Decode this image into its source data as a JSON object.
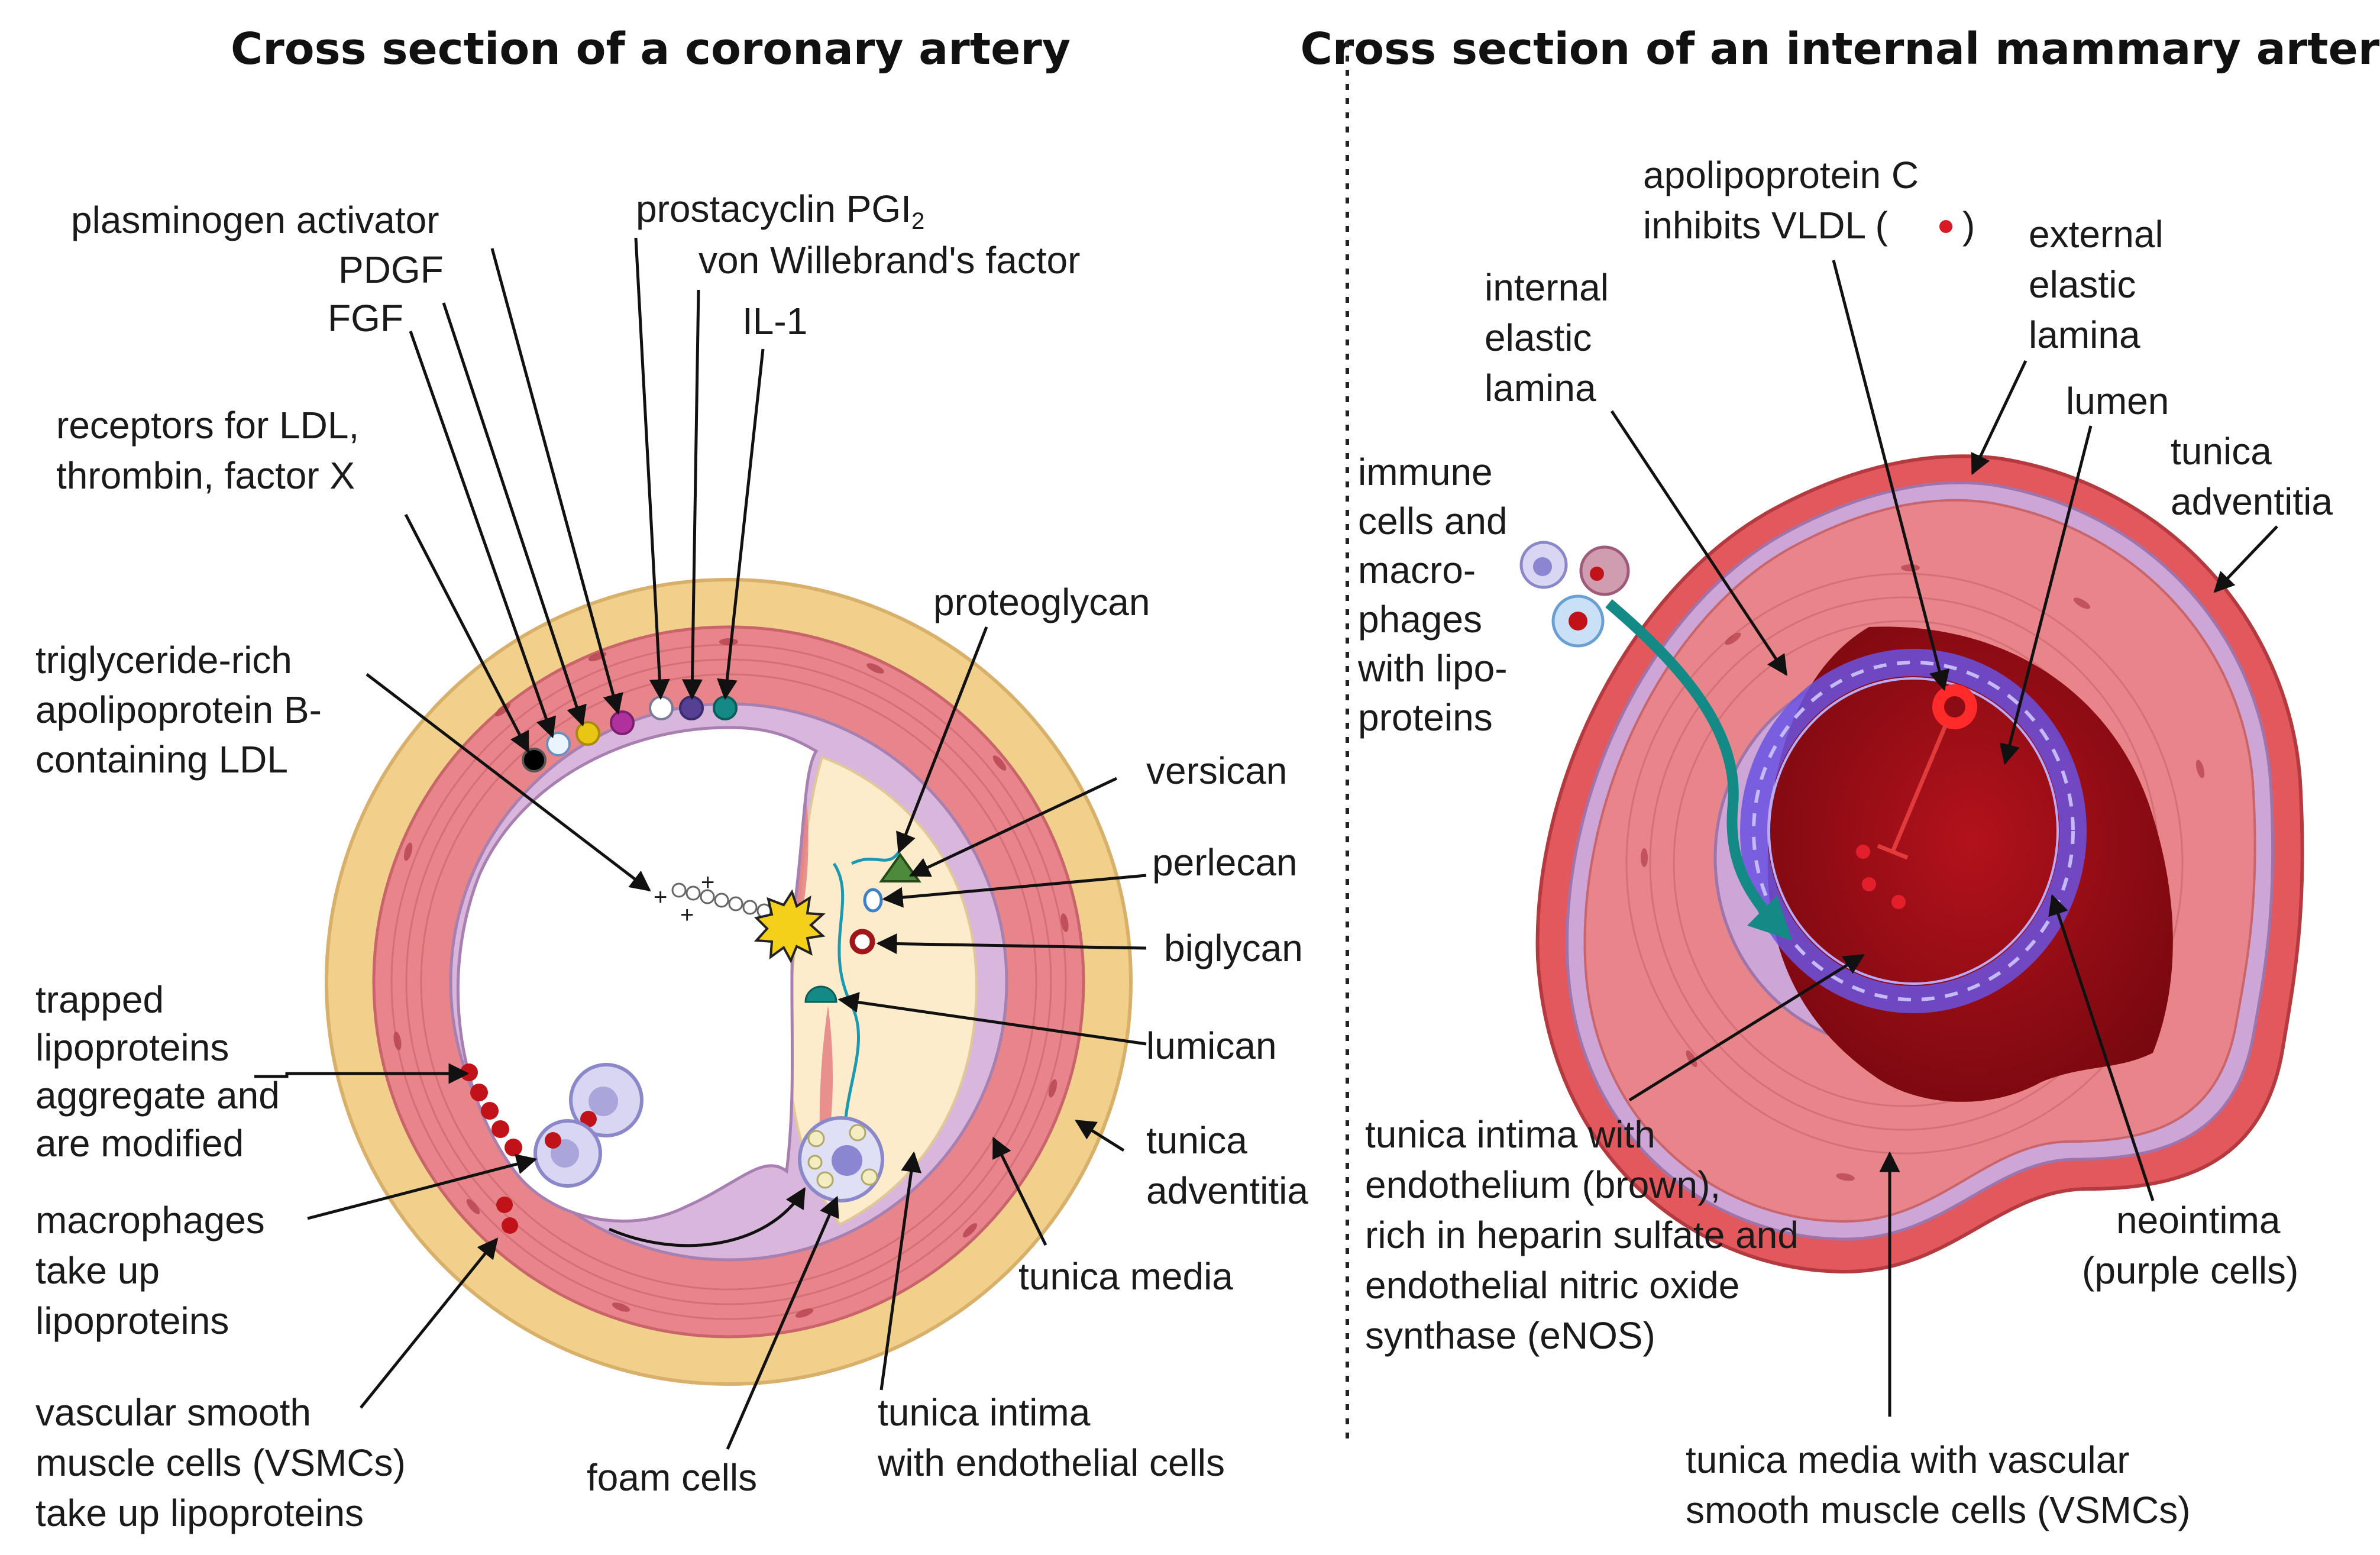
{
  "titles": {
    "left": "Cross section of a coronary artery",
    "right": "Cross section of an internal mammary artery"
  },
  "left_labels": {
    "plasminogen": "plasminogen activator",
    "pdgf": "PDGF",
    "fgf": "FGF",
    "receptors_1": "receptors for LDL,",
    "receptors_2": "thrombin, factor X",
    "prostacyclin": "prostacyclin PGI",
    "prostacyclin_sub": "2",
    "vwf": "von Willebrand's factor",
    "il1": "IL-1",
    "trig_1": "triglyceride-rich",
    "trig_2": "apolipoprotein B-",
    "trig_3": "containing LDL",
    "proteoglycan": "proteoglycan",
    "versican": "versican",
    "perlecan": "perlecan",
    "biglycan": "biglycan",
    "lumican": "lumican",
    "trapped_1": "trapped",
    "trapped_2": "lipoproteins",
    "trapped_3": "aggregate and",
    "trapped_4": "are modified",
    "macro_1": "macrophages",
    "macro_2": "take up",
    "macro_3": "lipoproteins",
    "adv_1": "tunica",
    "adv_2": "adventitia",
    "media": "tunica media",
    "vsmc_1": "vascular smooth",
    "vsmc_2": "muscle cells (VSMCs)",
    "vsmc_3": "take up lipoproteins",
    "foam": "foam cells",
    "intima_1": "tunica intima",
    "intima_2": "with endothelial cells"
  },
  "right_labels": {
    "apoc_1": "apolipoprotein C",
    "apoc_2": "inhibits VLDL (",
    "apoc_3": ")",
    "iel_1": "internal",
    "iel_2": "elastic",
    "iel_3": "lamina",
    "eel_1": "external",
    "eel_2": "elastic",
    "eel_3": "lamina",
    "lumen": "lumen",
    "adv_1": "tunica",
    "adv_2": "adventitia",
    "immune_1": "immune",
    "immune_2": "cells and",
    "immune_3": "macro-",
    "immune_4": "phages",
    "immune_5": "with lipo-",
    "immune_6": "proteins",
    "intima_1": "tunica intima with",
    "intima_2": "endothelium (brown),",
    "intima_3": "rich in heparin sulfate and",
    "intima_4": "endothelial nitric oxide",
    "intima_5": "synthase (eNOS)",
    "neo_1": "neointima",
    "neo_2": "(purple cells)",
    "media_1": "tunica media with vascular",
    "media_2": "smooth muscle cells (VSMCs)"
  },
  "colors": {
    "adventitia": "#f1d08c",
    "media": "#e8858a",
    "media_dark": "#d96a70",
    "intima": "#d9b7dc",
    "plaque": "#fdeccb",
    "teal": "#138a86",
    "lumen_red": "#8b0c14",
    "neointima": "#6a52e0",
    "outer_red": "#e2585d"
  }
}
